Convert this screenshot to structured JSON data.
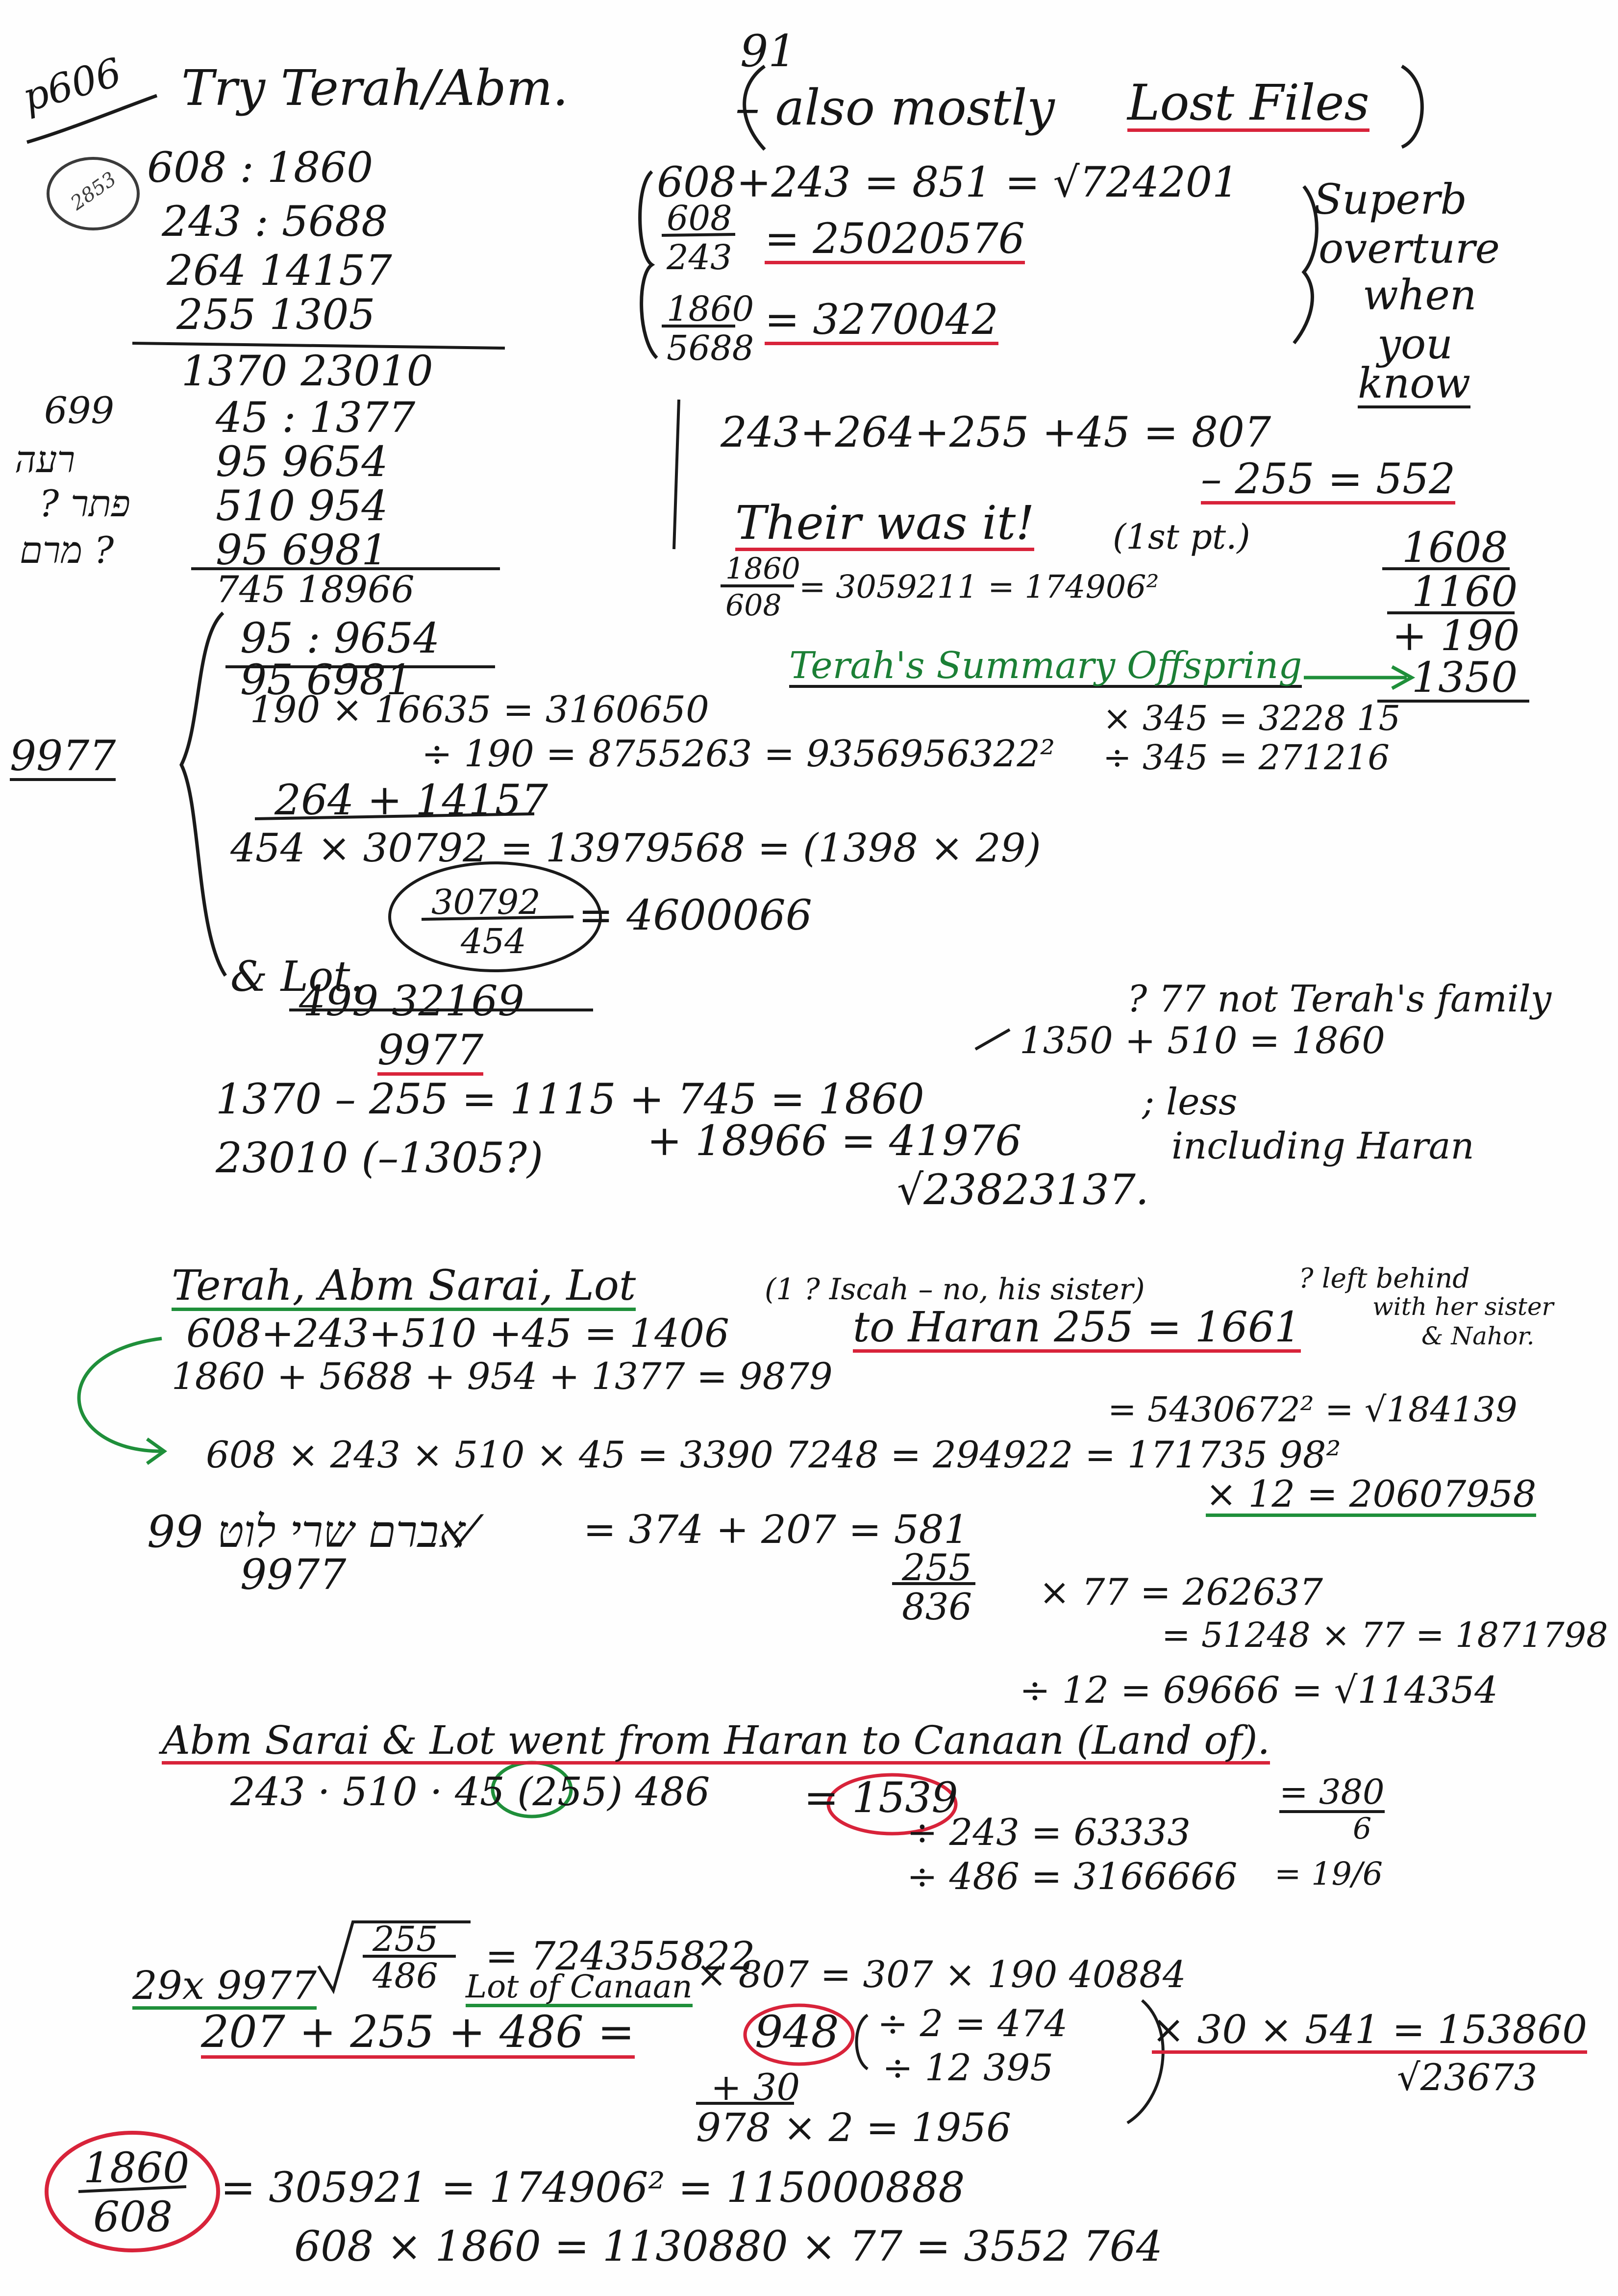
{
  "page": {
    "page_ref": "p606",
    "stamp_number": "2853",
    "page_number": "91",
    "title_a": "Try Terah/Abm.",
    "title_b": "– also mostly",
    "title_c": "Lost Files",
    "left_col": {
      "r1": "608 : 1860",
      "r2": "243 : 5688",
      "r3": "264 14157",
      "r4": "255 1305",
      "tot": "1370 23010",
      "hl1": "699",
      "h1": "45 : 1377",
      "hl2": "רעה",
      "h2": "95 9654",
      "hl3": "? פתר",
      "h3": "510 954",
      "hl4": "מרם ?",
      "h4": "95 6981",
      "tot2": "745 18966"
    },
    "block": {
      "a1": "608+243 = 851 = √724201",
      "a2": "608",
      "a3": "243",
      "a4": "= 25020576",
      "a5": "1860",
      "a6": "5688",
      "a7": "= 3270042",
      "note": [
        "Superb",
        "overture",
        "when",
        "you",
        "know"
      ]
    },
    "right_mid": {
      "l1": "243+264+255 +45 = 807",
      "l2": "– 255 = 552",
      "l3": "Their was it!",
      "l4": "(1st pt.)",
      "l5": "1860",
      "l6": "608",
      "l7": "= 3059211 = 174906²",
      "r1": "1608",
      "r2": "1160",
      "r3": "+ 190",
      "r4": "1350",
      "tsum": "Terah's Summary Offspring"
    },
    "mid": {
      "m1": "95 : 9654",
      "m2": "95 6981",
      "m3": "190 × 16635 = 3160650",
      "m4": "÷ 190 = 8755263 = 9356956322²",
      "m5": "× 345 = 3228 15",
      "m6": "÷ 345 = 271216",
      "m7": "9977",
      "m8": "264 + 14157",
      "m9": "454 × 30792 = 13979568 = (1398 × 29)",
      "m10": "30792",
      "m11": "454",
      "m12": "= 4600066",
      "m13": "& Lot.",
      "m14": "499  32169",
      "m15": "9977",
      "m16": "1370 – 255 = 1115 + 745 = 1860",
      "m17": "23010 (–1305?)",
      "m18": "+ 18966 = 41976",
      "m19": "√23823137.",
      "n1": "? 77 not Terah's family",
      "n2": "1350 + 510 = 1860",
      "n3": "; less",
      "n4": "including Haran"
    },
    "lower": {
      "l1": "Terah, Abm Sarai, Lot",
      "l2": "(1 ? Iscah – no, his sister)",
      "l3": "? left behind",
      "l3b": "with her sister",
      "l3c": "& Nahor.",
      "l4": "608+243+510 +45 = 1406",
      "l5": "to Haran 255 = 1661",
      "l6": "1860 + 5688 + 954 + 1377 = 9879",
      "l7": "= 5430672² = √184139",
      "l8": "608 × 243 × 510 × 45 = 3390 7248 = 294922 = 171735 98²",
      "l9": "× 12 = 20607958",
      "l10": "אברם שרי לוט 99⁄",
      "l11": "= 374 + 207 = 581",
      "l12": "9977",
      "l13": "255",
      "l14": "836",
      "l15": "× 77 = 262637",
      "l16": "= 51248 × 77 = 1871798",
      "l17": "÷ 12 = 69666 = √114354"
    },
    "bottom": {
      "b1": "Abm Sarai & Lot went from Haran to Canaan (Land of).",
      "b2": "243 · 510 · 45 (255) 486",
      "b3": "= 1539",
      "b4": "÷ 243 = 63333",
      "b5": "= 380",
      "b6": "6",
      "b7": "÷ 486 = 3166666",
      "b8": "= 19/6",
      "b9": "255",
      "b10": "486",
      "b11": "= 724355822",
      "b12": "29x 9977",
      "b13": "Lot of Canaan",
      "b14": "× 807 = 307 × 190 40884",
      "b15": "207 + 255 + 486 =",
      "b16": "948",
      "b17": "÷ 2 = 474",
      "b18": "÷ 12  395",
      "b19": "× 30 × 541 = 153860",
      "b20": "√23673",
      "b21": "+ 30",
      "b22": "978 × 2 = 1956",
      "f1": "1860",
      "f2": "608",
      "f3": "= 305921 = 174906² = 115000888",
      "f4": "608 × 1860 = 1130880 × 77 = 3552 764"
    }
  }
}
